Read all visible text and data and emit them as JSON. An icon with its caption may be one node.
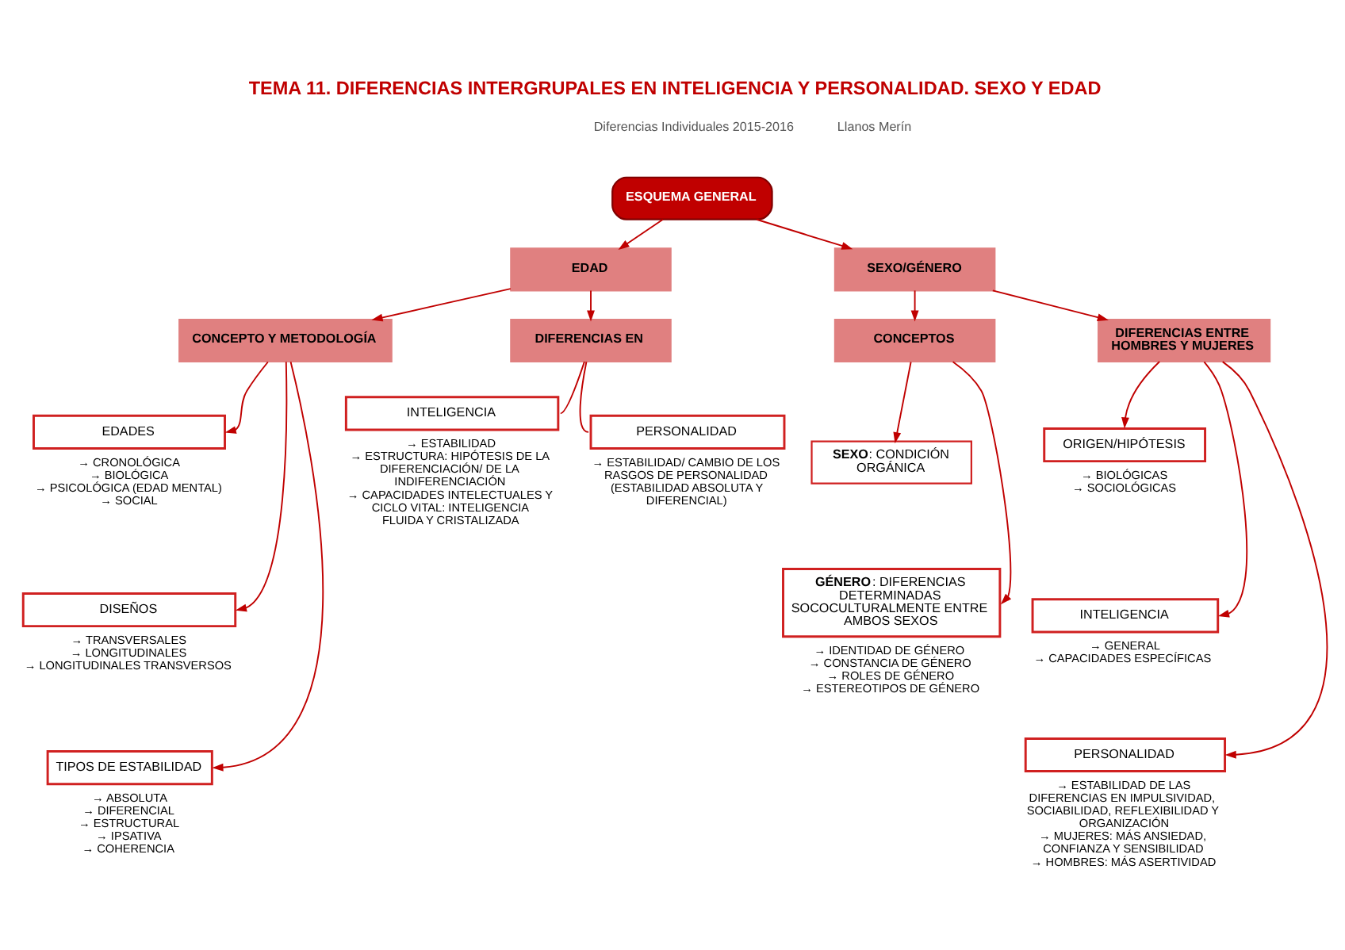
{
  "diagram": {
    "title": "TEMA 11. DIFERENCIAS INTERGRUPALES EN INTELIGENCIA Y PERSONALIDAD. SEXO Y EDAD",
    "nodes": [
      {
        "text": [
          "ESQUEMA GENERAL"
        ]
      },
      {
        "text": [
          "EDAD"
        ]
      },
      {
        "text": [
          "SEXO/GÉNERO"
        ]
      },
      {
        "text": [
          "CONCEPTO Y METODOLOGÍA"
        ]
      },
      {
        "text": [
          "DIFERENCIAS EN"
        ]
      },
      {
        "text": [
          "CONCEPTOS"
        ]
      },
      {
        "text": [
          "DIFERENCIAS ENTRE HOMBRES Y MUJERES"
        ]
      },
      {
        "text": [
          "EDADES"
        ],
        "beside": [
          "→ CRONOLÓGICA",
          "→ BIOLÓGICA",
          "→ PSICOLÓGICA (EDAD MENTAL)",
          "→ SOCIAL"
        ]
      },
      {
        "text": [
          "DISEÑOS"
        ],
        "beside": [
          "→ TRANSVERSALES",
          "→ LONGITUDINALES",
          "→ LONGITUDINALES TRANSVERSOS"
        ]
      },
      {
        "text": [
          "TIPOS DE ESTABILIDAD"
        ],
        "beside": [
          "→ ABSOLUTA",
          "→ DIFERENCIAL",
          "→ ESTRUCTURAL",
          "→ IPSATIVA",
          "→ COHERENCIA"
        ]
      },
      {
        "text": [
          "INTELIGENCIA"
        ],
        "beside": [
          "→ ESTABILIDAD",
          "→ ESTRUCTURA: HIPÓTESIS DE LA DIFERENCIACIÓN/ DE LA INDIFERENCIACIÓN",
          "→ CAPACIDADES INTELECTUALES Y CICLO VITAL: INTELIGENCIA FLUIDA Y CRISTALIZADA"
        ]
      },
      {
        "text": [
          "PERSONALIDAD"
        ],
        "beside": [
          "→ ESTABILIDAD/ CAMBIO DE LOS RASGOS DE PERSONALIDAD (ESTABILIDAD ABSOLUTA Y DIFERENCIAL)"
        ]
      },
      {
        "text": [
          "**SEXO**: CONDICIÓN ORGÁNICA"
        ]
      },
      {
        "text": [
          "**GÉNERO**: DIFERENCIAS DETERMINADAS SOCOCULTURALMENTE ENTRE AMBOS SEXOS"
        ],
        "beside": [
          "→ IDENTIDAD DE GÉNERO",
          "→ CONSTANCIA DE GÉNERO",
          "→ ROLES DE GÉNERO",
          "→ ESTEREOTIPOS DE GÉNERO"
        ]
      },
      {
        "text": [
          "ORIGEN/HIPÓTESIS"
        ],
        "beside": [
          "→ BIOLÓGICAS",
          "→ SOCIOLÓGICAS"
        ]
      },
      {
        "text": [
          "INTELIGENCIA"
        ],
        "beside": [
          "→ GENERAL",
          "→ CAPACIDADES ESPECÍFICAS"
        ]
      },
      {
        "text": [
          "PERSONALIDAD"
        ],
        "beside": [
          "→ ESTABILIDAD DE LAS DIFERENCIAS EN IMPULSIVIDAD, SOCIABILIDAD, REFLEXIBILIDAD Y ORGANIZACIÓN",
          "→ MUJERES: MÁS ANSIEDAD, CONFIANZA Y SENSIBILIDAD",
          "→ HOMBRES: MÁS ASERTIVIDAD"
        ]
      }
    ],
    "edges": [
      {
        "from": 0,
        "to": 1,
        "arrow": "to"
      },
      {
        "from": 0,
        "to": 2,
        "arrow": "to"
      },
      {
        "from": 1,
        "to": 3,
        "arrow": "to"
      },
      {
        "from": 1,
        "to": 4,
        "arrow": "to"
      },
      {
        "from": 2,
        "to": 5,
        "arrow": "to"
      },
      {
        "from": 2,
        "to": 6,
        "arrow": "to"
      },
      {
        "from": 3,
        "to": 7,
        "arrow": "to"
      },
      {
        "from": 3,
        "to": 8,
        "arrow": "to"
      },
      {
        "from": 3,
        "to": 9,
        "arrow": "to"
      },
      {
        "from": 4,
        "to": 10,
        "arrow": "none"
      },
      {
        "from": 4,
        "to": 11,
        "arrow": "none"
      },
      {
        "from": 5,
        "to": 12,
        "arrow": "to"
      },
      {
        "from": 5,
        "to": 13,
        "arrow": "to"
      },
      {
        "from": 6,
        "to": 14,
        "arrow": "to"
      },
      {
        "from": 6,
        "to": 15,
        "arrow": "to"
      },
      {
        "from": 6,
        "to": 16,
        "arrow": "to"
      }
    ],
    "labels": [
      "Diferencias Individuales 2015-2016",
      "Llanos Merín"
    ]
  }
}
